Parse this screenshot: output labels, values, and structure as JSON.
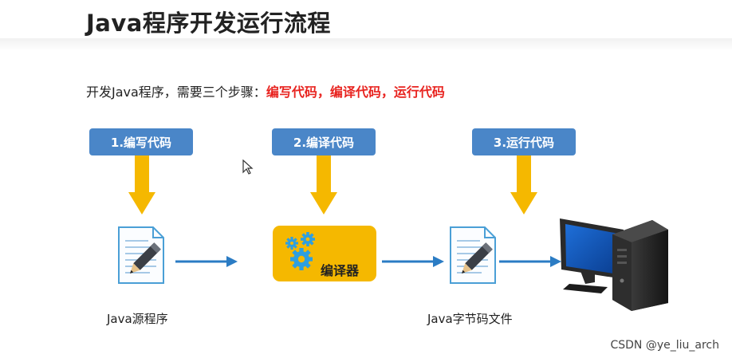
{
  "title": "Java程序开发运行流程",
  "intro": {
    "prefix": "开发Java程序，需要三个步骤：",
    "highlight": "编写代码，编译代码，运行代码"
  },
  "steps": [
    {
      "label": "1.编写代码"
    },
    {
      "label": "2.编译代码"
    },
    {
      "label": "3.运行代码"
    }
  ],
  "compiler": {
    "label": "编译器"
  },
  "captions": {
    "source": "Java源程序",
    "bytecode": "Java字节码文件"
  },
  "watermark": "CSDN @ye_liu_arch",
  "colors": {
    "step_box": "#4a86c8",
    "arrow_down": "#f5b800",
    "compiler_box": "#f5b800",
    "flow_arrow": "#2b7cc4",
    "highlight_text": "#e8231f"
  },
  "icons": [
    "document-pencil-icon",
    "gears-icon",
    "computer-icon",
    "mouse-cursor-icon"
  ]
}
